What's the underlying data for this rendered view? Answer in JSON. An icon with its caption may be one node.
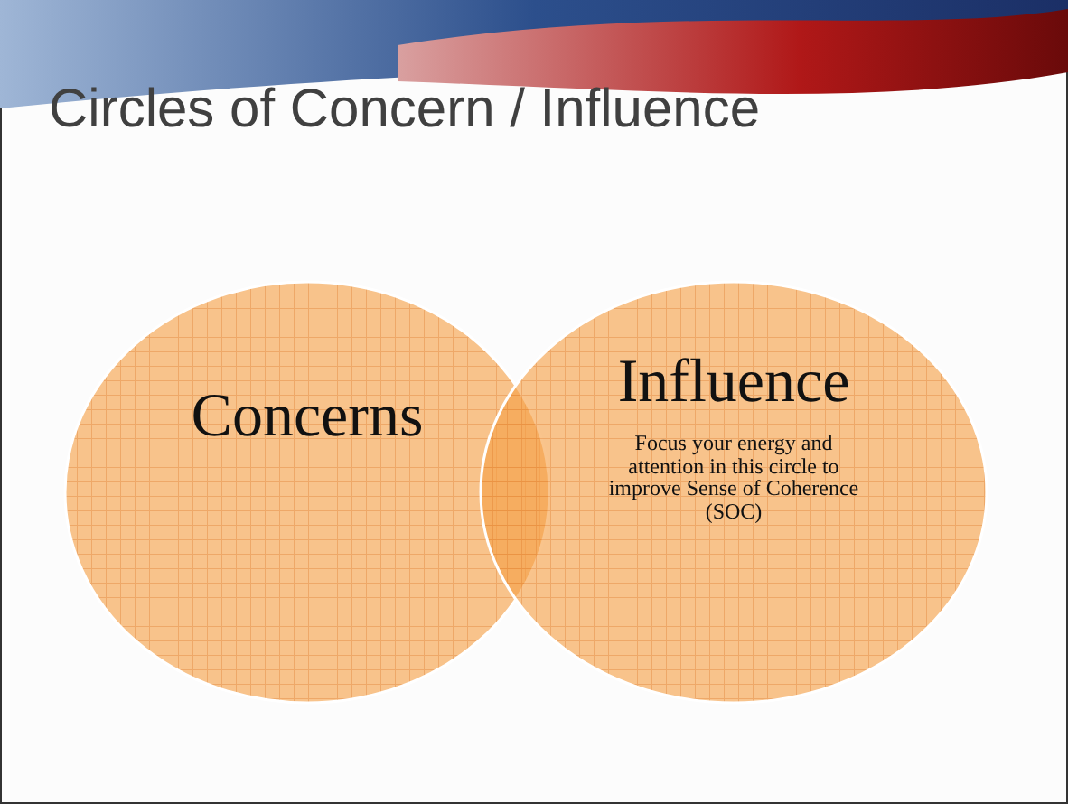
{
  "diagram": {
    "title": "Circles of Concern / Influence",
    "nodes": [
      {
        "text": [
          "Concerns"
        ]
      },
      {
        "text": [
          "Influence",
          "Focus your energy and attention in this circle to improve Sense of Coherence (SOC)"
        ]
      }
    ]
  }
}
